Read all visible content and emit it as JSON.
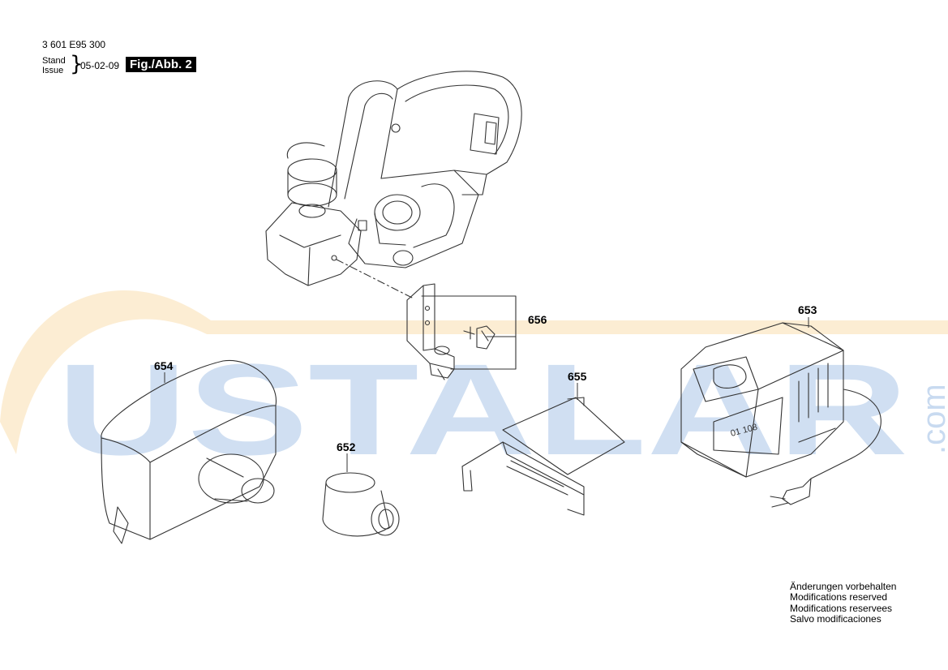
{
  "header": {
    "part_number": "3 601 E95 300",
    "stand_label": "Stand",
    "issue_label": "Issue",
    "issue_date": "05-02-09",
    "figure_label": "Fig./Abb. 2"
  },
  "watermark": {
    "text": "USTALAR",
    "suffix": ".com",
    "colors": {
      "letters": "#c8daf0",
      "swoosh": "#fbe9c8"
    }
  },
  "callouts": {
    "p656": "656",
    "p653": "653",
    "p654": "654",
    "p655": "655",
    "p652": "652"
  },
  "charger_marking": "01 108",
  "notes": [
    "Änderungen vorbehalten",
    "Modifications reserved",
    "Modifications reservees",
    "Salvo modificaciones"
  ]
}
